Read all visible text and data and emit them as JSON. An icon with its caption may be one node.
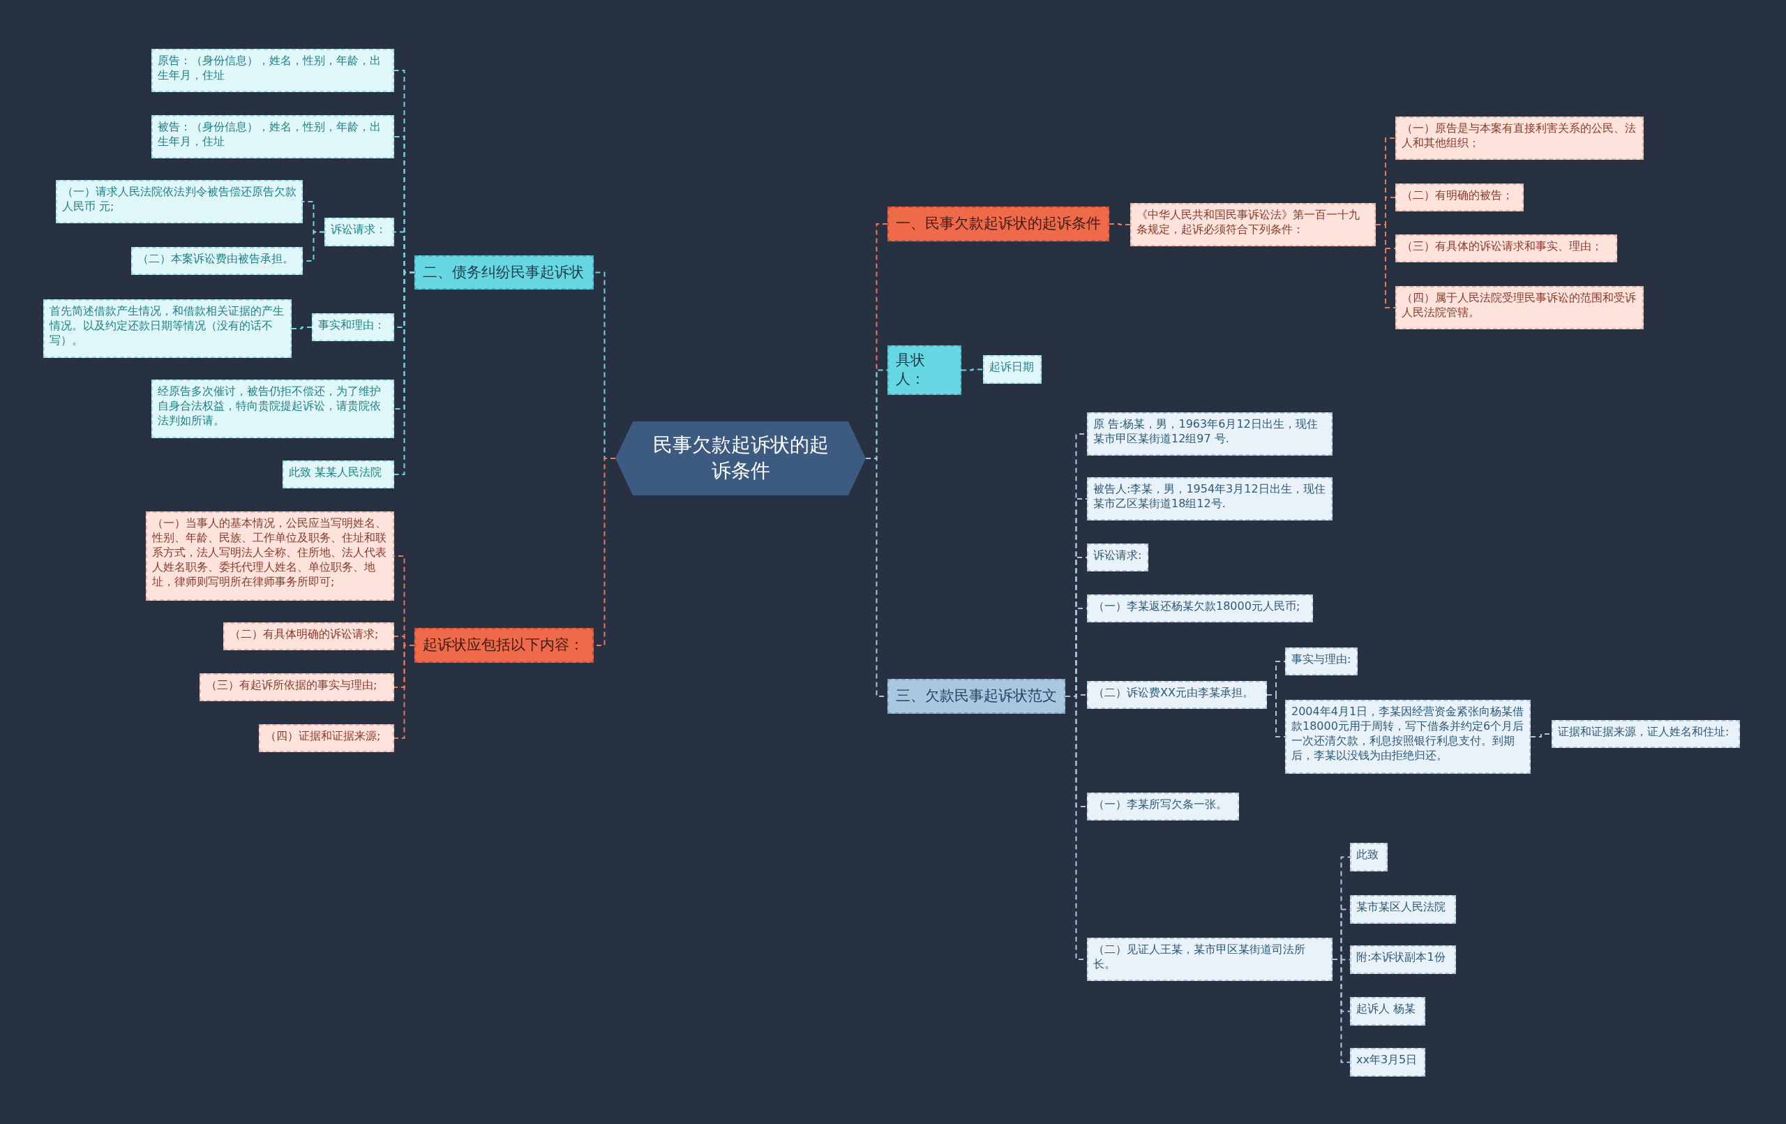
{
  "diagram": {
    "nodes": [
      {
        "text": [
          "民事欠款起诉状的起诉条件"
        ]
      },
      {
        "text": [
          "二、债务纠纷民事起诉状"
        ]
      },
      {
        "text": [
          "原告：（身份信息），姓名，性别，年龄，出生年月，住址"
        ]
      },
      {
        "text": [
          "被告：（身份信息），姓名，性别，年龄，出生年月，住址"
        ]
      },
      {
        "text": [
          "诉讼请求："
        ]
      },
      {
        "text": [
          "（一）请求人民法院依法判令被告偿还原告欠款人民币 元;"
        ]
      },
      {
        "text": [
          "（二）本案诉讼费由被告承担。"
        ]
      },
      {
        "text": [
          "事实和理由："
        ]
      },
      {
        "text": [
          "首先简述借款产生情况，和借款相关证据的产生情况。以及约定还款日期等情况（没有的话不写）。"
        ]
      },
      {
        "text": [
          "经原告多次催讨，被告仍拒不偿还，为了维护自身合法权益，特向贵院提起诉讼，请贵院依法判如所请。"
        ]
      },
      {
        "text": [
          "此致 某某人民法院"
        ]
      },
      {
        "text": [
          "起诉状应包括以下内容："
        ]
      },
      {
        "text": [
          "（一）当事人的基本情况，公民应当写明姓名、性别、年龄、民族、工作单位及职务、住址和联系方式，法人写明法人全称、住所地、法人代表人姓名职务、委托代理人姓名、单位职务、地址，律师则写明所在律师事务所即可;"
        ]
      },
      {
        "text": [
          "（二）有具体明确的诉讼请求;"
        ]
      },
      {
        "text": [
          "（三）有起诉所依据的事实与理由;"
        ]
      },
      {
        "text": [
          "（四）证据和证据来源;"
        ]
      },
      {
        "text": [
          "一、民事欠款起诉状的起诉条件"
        ]
      },
      {
        "text": [
          "《中华人民共和国民事诉讼法》第一百一十九条规定，起诉必须符合下列条件："
        ]
      },
      {
        "text": [
          "（一）原告是与本案有直接利害关系的公民、法人和其他组织；"
        ]
      },
      {
        "text": [
          "（二）有明确的被告；"
        ]
      },
      {
        "text": [
          "（三）有具体的诉讼请求和事实、理由；"
        ]
      },
      {
        "text": [
          "（四）属于人民法院受理民事诉讼的范围和受诉人民法院管辖。"
        ]
      },
      {
        "text": [
          "具状人："
        ]
      },
      {
        "text": [
          "起诉日期"
        ]
      },
      {
        "text": [
          "三、欠款民事起诉状范文"
        ]
      },
      {
        "text": [
          "原 告:杨某，男，1963年6月12日出生，现住某市甲区某街道12组97 号."
        ]
      },
      {
        "text": [
          "被告人:李某，男，1954年3月12日出生，现住某市乙区某街道18组12号."
        ]
      },
      {
        "text": [
          "诉讼请求:"
        ]
      },
      {
        "text": [
          "（一）李某返还杨某欠款18000元人民币;"
        ]
      },
      {
        "text": [
          "（二）诉讼费XX元由李某承担。"
        ]
      },
      {
        "text": [
          "事实与理由:"
        ]
      },
      {
        "text": [
          "2004年4月1日，李某因经营资金紧张向杨某借款18000元用于周转，写下借条并约定6个月后一次还清欠款，利息按照银行利息支付。到期后，李某以没钱为由拒绝归还。"
        ]
      },
      {
        "text": [
          "证据和证据来源，证人姓名和住址:"
        ]
      },
      {
        "text": [
          "（一）李某所写欠条一张。"
        ]
      },
      {
        "text": [
          "（二）见证人王某，某市甲区某街道司法所长。"
        ]
      },
      {
        "text": [
          "此致"
        ]
      },
      {
        "text": [
          "某市某区人民法院"
        ]
      },
      {
        "text": [
          "附:本诉状副本1份"
        ]
      },
      {
        "text": [
          "起诉人 杨某"
        ]
      },
      {
        "text": [
          "xx年3月5日"
        ]
      }
    ],
    "edges": [
      {
        "from": 0,
        "to": 1,
        "arrow": "none",
        "color": "#6fd6df"
      },
      {
        "from": 1,
        "to": 2,
        "arrow": "none",
        "color": "#6fd6df"
      },
      {
        "from": 1,
        "to": 3,
        "arrow": "none",
        "color": "#6fd6df"
      },
      {
        "from": 1,
        "to": 4,
        "arrow": "none",
        "color": "#6fd6df"
      },
      {
        "from": 4,
        "to": 5,
        "arrow": "none",
        "color": "#6fd6df"
      },
      {
        "from": 4,
        "to": 6,
        "arrow": "none",
        "color": "#6fd6df"
      },
      {
        "from": 1,
        "to": 7,
        "arrow": "none",
        "color": "#6fd6df"
      },
      {
        "from": 7,
        "to": 8,
        "arrow": "none",
        "color": "#6fd6df"
      },
      {
        "from": 1,
        "to": 9,
        "arrow": "none",
        "color": "#6fd6df"
      },
      {
        "from": 1,
        "to": 10,
        "arrow": "none",
        "color": "#6fd6df"
      },
      {
        "from": 0,
        "to": 11,
        "arrow": "none",
        "color": "#e8795d"
      },
      {
        "from": 11,
        "to": 12,
        "arrow": "none",
        "color": "#e8795d"
      },
      {
        "from": 11,
        "to": 13,
        "arrow": "none",
        "color": "#e8795d"
      },
      {
        "from": 11,
        "to": 14,
        "arrow": "none",
        "color": "#e8795d"
      },
      {
        "from": 11,
        "to": 15,
        "arrow": "none",
        "color": "#e8795d"
      },
      {
        "from": 0,
        "to": 16,
        "arrow": "none",
        "color": "#e8795d"
      },
      {
        "from": 16,
        "to": 17,
        "arrow": "none",
        "color": "#e8795d"
      },
      {
        "from": 17,
        "to": 18,
        "arrow": "none",
        "color": "#e8795d"
      },
      {
        "from": 17,
        "to": 19,
        "arrow": "none",
        "color": "#e8795d"
      },
      {
        "from": 17,
        "to": 20,
        "arrow": "none",
        "color": "#e8795d"
      },
      {
        "from": 17,
        "to": 21,
        "arrow": "none",
        "color": "#e8795d"
      },
      {
        "from": 0,
        "to": 22,
        "arrow": "none",
        "color": "#6fd6df"
      },
      {
        "from": 22,
        "to": 23,
        "arrow": "none",
        "color": "#6fd6df"
      },
      {
        "from": 0,
        "to": 24,
        "arrow": "none"
      },
      {
        "from": 24,
        "to": 25,
        "arrow": "none"
      },
      {
        "from": 24,
        "to": 26,
        "arrow": "none"
      },
      {
        "from": 24,
        "to": 27,
        "arrow": "none"
      },
      {
        "from": 24,
        "to": 28,
        "arrow": "none"
      },
      {
        "from": 24,
        "to": 29,
        "arrow": "none"
      },
      {
        "from": 29,
        "to": 30,
        "arrow": "none"
      },
      {
        "from": 29,
        "to": 31,
        "arrow": "none"
      },
      {
        "from": 31,
        "to": 32,
        "arrow": "none"
      },
      {
        "from": 24,
        "to": 33,
        "arrow": "none"
      },
      {
        "from": 24,
        "to": 34,
        "arrow": "none"
      },
      {
        "from": 34,
        "to": 35,
        "arrow": "none"
      },
      {
        "from": 34,
        "to": 36,
        "arrow": "none"
      },
      {
        "from": 34,
        "to": 37,
        "arrow": "none"
      },
      {
        "from": 34,
        "to": 38,
        "arrow": "none"
      },
      {
        "from": 34,
        "to": 39,
        "arrow": "none"
      }
    ]
  }
}
